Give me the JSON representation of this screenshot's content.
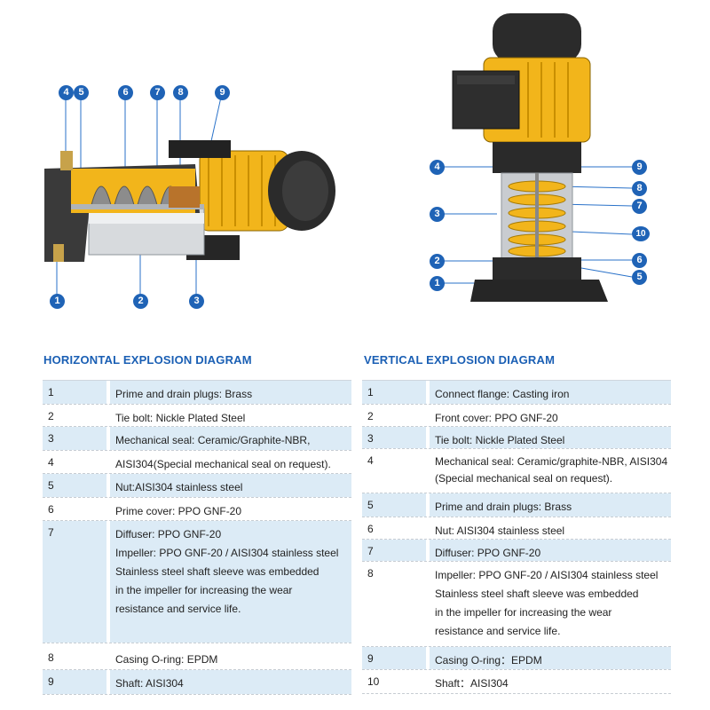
{
  "colors": {
    "accent": "#1a5fb4",
    "badge": "#1f63b6",
    "row_alt": "#dcebf6",
    "pump_yellow": "#f2b51b"
  },
  "horizontal": {
    "title": "HORIZONTAL EXPLOSION DIAGRAM",
    "badges": [
      "1",
      "2",
      "3",
      "4",
      "5",
      "6",
      "7",
      "8",
      "9"
    ],
    "rows": [
      {
        "num": "1",
        "lines": [
          "Prime and drain plugs: Brass"
        ]
      },
      {
        "num": "2",
        "lines": [
          "Tie bolt: Nickle Plated Steel"
        ]
      },
      {
        "num": "3",
        "lines": [
          "Mechanical seal: Ceramic/Graphite-NBR,"
        ]
      },
      {
        "num": "4",
        "lines": [
          "AISI304(Special mechanical seal on request)."
        ]
      },
      {
        "num": "5",
        "lines": [
          "Nut:AISI304 stainless steel"
        ]
      },
      {
        "num": "6",
        "lines": [
          "Prime cover: PPO GNF-20"
        ]
      },
      {
        "num": "7",
        "lines": [
          "Diffuser: PPO GNF-20",
          "Impeller: PPO GNF-20 / AISI304 stainless steel",
          "Stainless steel shaft sleeve was embedded",
          "in the impeller for increasing the wear",
          "resistance and service life."
        ]
      },
      {
        "num": "8",
        "lines": [
          "Casing O-ring: EPDM"
        ]
      },
      {
        "num": "9",
        "lines": [
          "Shaft: AISI304"
        ]
      }
    ]
  },
  "vertical": {
    "title": "VERTICAL EXPLOSION DIAGRAM",
    "badges": [
      "1",
      "2",
      "3",
      "4",
      "5",
      "6",
      "7",
      "8",
      "9",
      "10"
    ],
    "rows": [
      {
        "num": "1",
        "lines": [
          "Connect flange: Casting iron"
        ]
      },
      {
        "num": "2",
        "lines": [
          "Front cover: PPO GNF-20"
        ]
      },
      {
        "num": "3",
        "lines": [
          "Tie bolt: Nickle Plated Steel"
        ]
      },
      {
        "num": "4",
        "lines": [
          "Mechanical seal: Ceramic/graphite-NBR, AISI304",
          "(Special mechanical seal on request)."
        ]
      },
      {
        "num": "5",
        "lines": [
          "Prime and drain plugs: Brass"
        ]
      },
      {
        "num": "6",
        "lines": [
          "Nut: AISI304 stainless steel"
        ]
      },
      {
        "num": "7",
        "lines": [
          "Diffuser: PPO GNF-20"
        ]
      },
      {
        "num": "8",
        "lines": [
          "Impeller: PPO GNF-20 / AISI304 stainless steel",
          "Stainless steel shaft sleeve was embedded",
          "in the impeller for increasing the wear",
          "resistance and service life."
        ]
      },
      {
        "num": "9",
        "lines": [
          "Casing O-ring：EPDM"
        ]
      },
      {
        "num": "10",
        "lines": [
          "Shaft：AISI304"
        ]
      }
    ]
  }
}
